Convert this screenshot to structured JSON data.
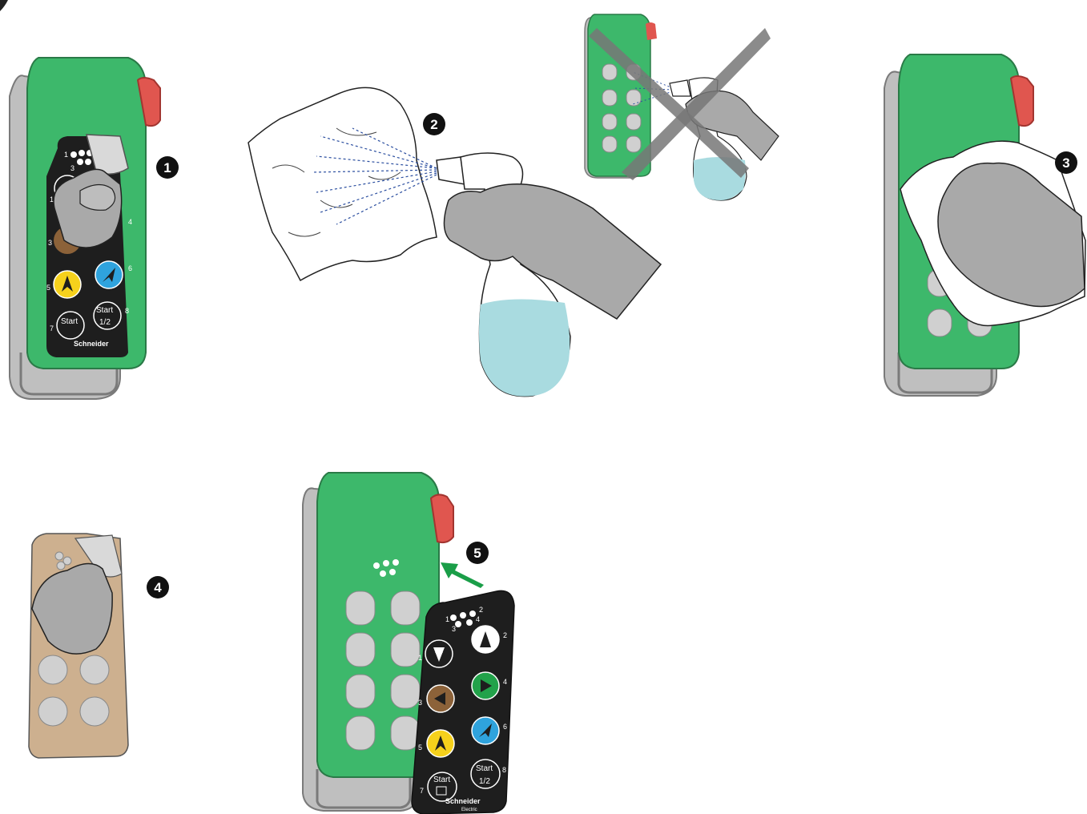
{
  "steps": {
    "s1": "1",
    "s2": "2",
    "s3": "3",
    "s4": "4",
    "s5": "5"
  },
  "overlay": {
    "leds_top": "1",
    "leds_mid": "3",
    "btn1": "1",
    "btn2": "2",
    "btn3": "3",
    "btn4": "4",
    "btn5": "5",
    "btn6": "6",
    "btn7": "7",
    "btn8": "8",
    "leds_top_right": "2",
    "leds_bottom_right": "4",
    "start": "Start",
    "half": "1/2",
    "brand": "Schneider",
    "brand_sub": "Electric"
  },
  "colors": {
    "housing": "#3db86b",
    "overlay": "#1e1e1e",
    "glove": "#a9a9a9",
    "liquid": "#a9dbe0",
    "arrow": "#1a9e48",
    "emergency": "#e0564f",
    "brown_btn": "#8c6239",
    "green_btn": "#22a24a",
    "yellow_btn": "#f6d11c",
    "blue_btn": "#2fa3dd",
    "adhesive": "#cdb08f"
  }
}
